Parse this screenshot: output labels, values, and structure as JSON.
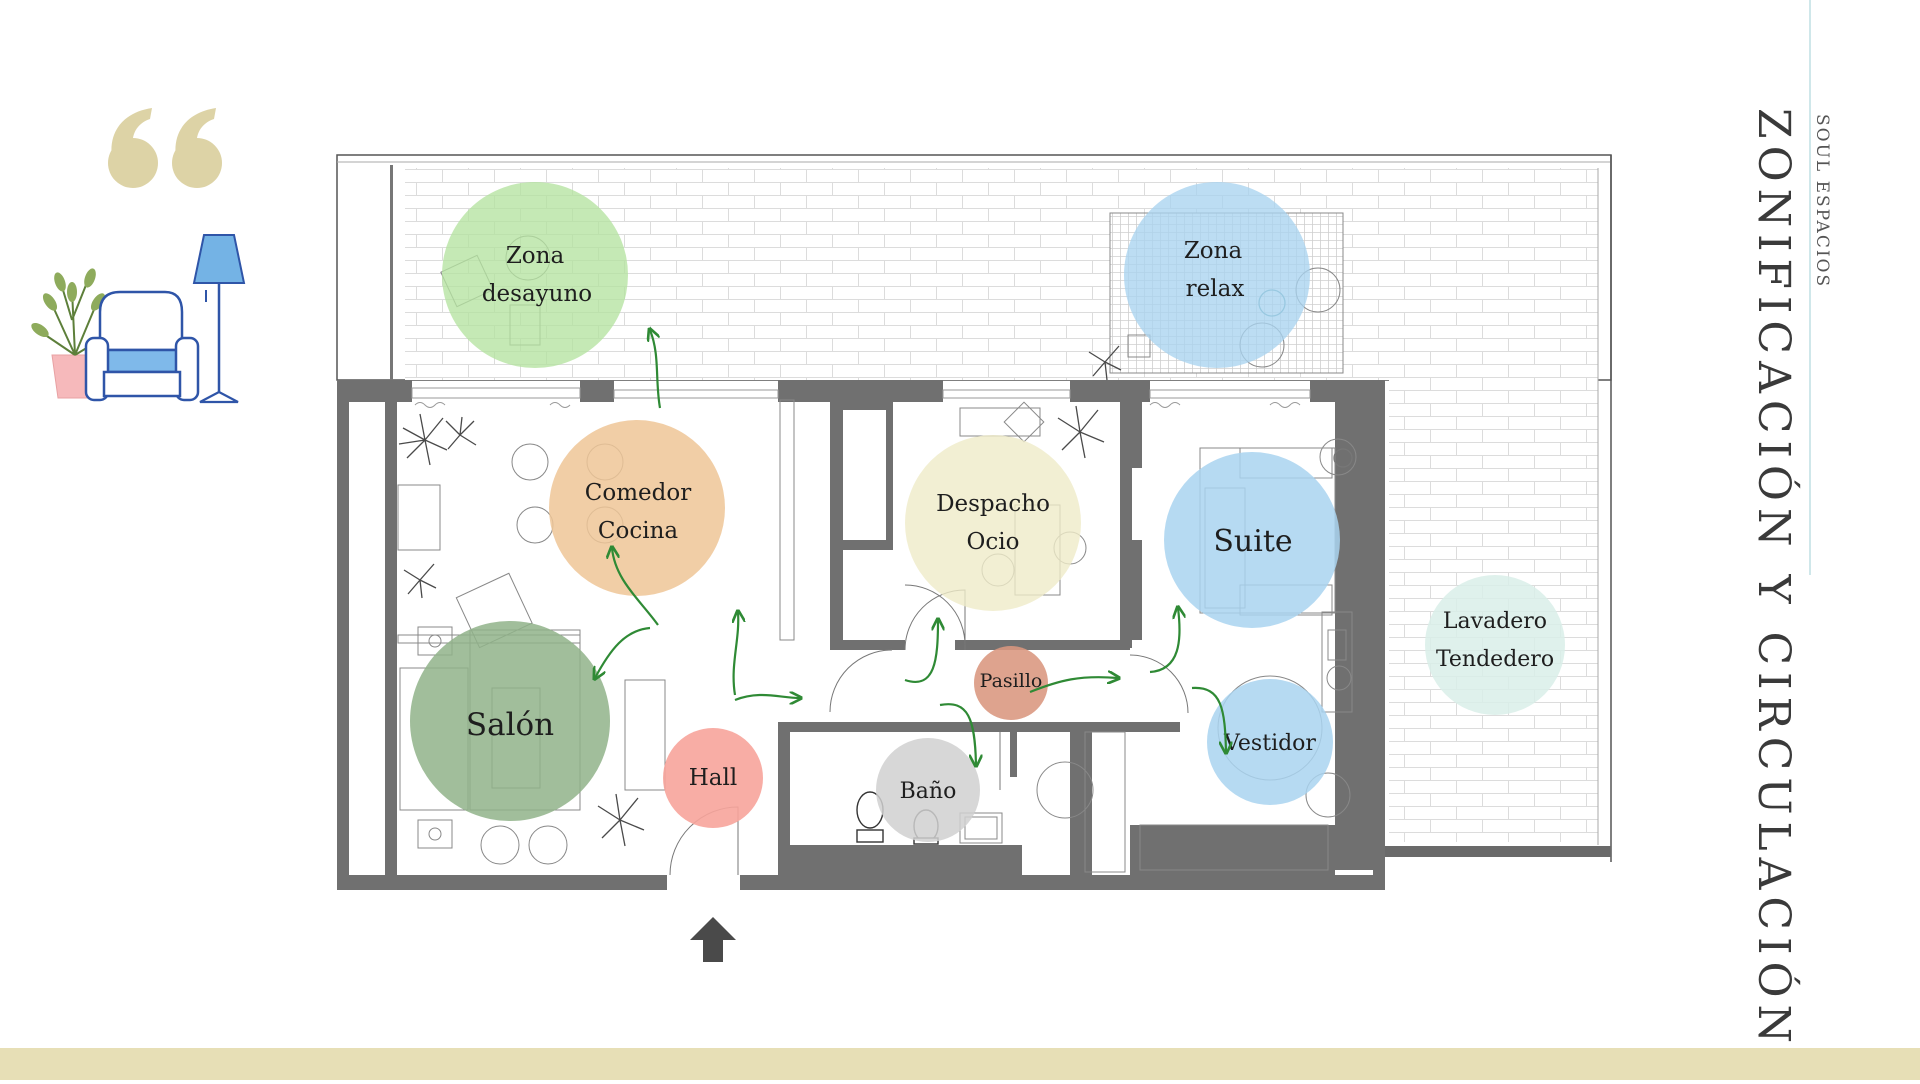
{
  "brand": "SOUL ESPACIOS",
  "title": "ZONIFICACIÓN Y CIRCULACIÓN",
  "colors": {
    "band": "#e7dfb6",
    "quote": "#ddd3a6",
    "wall": "#707070",
    "arrow": "#2f8a35",
    "accent_line": "#cfe7ea"
  },
  "icons": [
    "quote-mark-icon",
    "armchair-icon",
    "floor-lamp-icon",
    "potted-plant-icon",
    "entrance-arrow-icon"
  ],
  "zones": [
    {
      "id": "zona-desayuno",
      "lines": [
        "Zona",
        "desayuno"
      ],
      "color": "#b5e3a0",
      "opacity": 0.78
    },
    {
      "id": "zona-relax",
      "lines": [
        "Zona",
        "relax"
      ],
      "color": "#a9d3f0",
      "opacity": 0.78
    },
    {
      "id": "comedor-cocina",
      "lines": [
        "Comedor",
        "Cocina"
      ],
      "color": "#eec597",
      "opacity": 0.85
    },
    {
      "id": "despacho-ocio",
      "lines": [
        "Despacho",
        "Ocio"
      ],
      "color": "#efebc8",
      "opacity": 0.8
    },
    {
      "id": "suite",
      "lines": [
        "Suite"
      ],
      "color": "#a9d3f0",
      "opacity": 0.85
    },
    {
      "id": "lavadero-tendedero",
      "lines": [
        "Lavadero",
        "Tendedero"
      ],
      "color": "#d9efe9",
      "opacity": 0.85
    },
    {
      "id": "salon",
      "lines": [
        "Salón"
      ],
      "color": "#90b389",
      "opacity": 0.85
    },
    {
      "id": "hall",
      "lines": [
        "Hall"
      ],
      "color": "#f7a49b",
      "opacity": 0.9
    },
    {
      "id": "pasillo",
      "lines": [
        "Pasillo"
      ],
      "color": "#d9967e",
      "opacity": 0.88
    },
    {
      "id": "bano",
      "lines": [
        "Baño"
      ],
      "color": "#d0d0d0",
      "opacity": 0.85
    },
    {
      "id": "vestidor",
      "lines": [
        "Vestidor"
      ],
      "color": "#a9d3f0",
      "opacity": 0.85
    }
  ]
}
